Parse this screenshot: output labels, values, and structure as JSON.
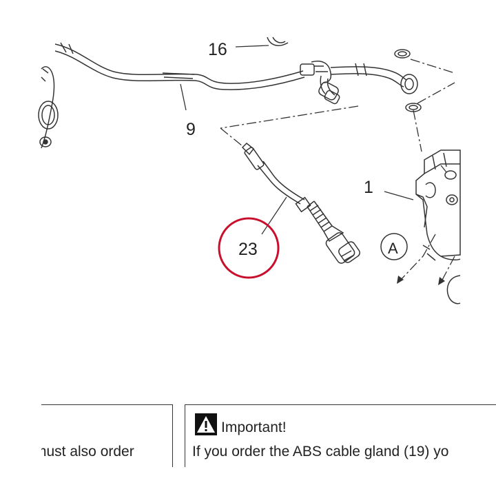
{
  "diagram": {
    "callouts": {
      "c16": "16",
      "c9": "9",
      "c1": "1",
      "c23": "23",
      "view_a": "A"
    },
    "highlight_color": "#c8102e"
  },
  "notes": {
    "left_text": "must also order",
    "warning": {
      "icon": "warning-triangle-icon",
      "label": "Important!",
      "text": "If you order the ABS cable gland (19) yo"
    }
  }
}
